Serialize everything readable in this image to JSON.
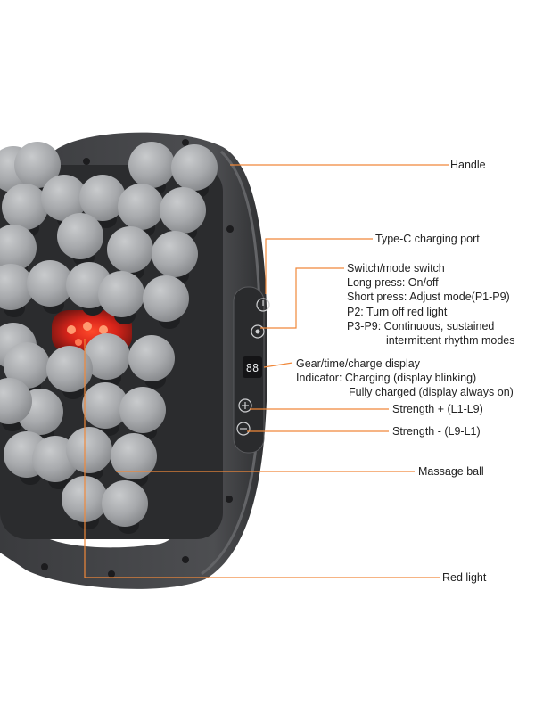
{
  "colors": {
    "leader_line": "#f0883a",
    "device_body": "#4a4b4e",
    "massage_ball": "#a7a9ac",
    "red_light": "#e8261a",
    "background": "#ffffff"
  },
  "icons": [
    "power-icon",
    "mode-icon",
    "plus-icon",
    "minus-icon"
  ],
  "display": {
    "digits": "88"
  },
  "callouts": {
    "handle": "Handle",
    "typec": "Type-C charging port",
    "switch": {
      "title": "Switch/mode switch",
      "line1": "Long press: On/off",
      "line2": "Short press: Adjust mode(P1-P9)",
      "line3": "P2: Turn off red light",
      "line4": "P3-P9: Continuous, sustained",
      "line5": "intermittent rhythm modes"
    },
    "display": {
      "title": "Gear/time/charge display",
      "line1": "Indicator: Charging (display blinking)",
      "line2": "Fully charged (display always on)"
    },
    "strength_plus": "Strength + (L1-L9)",
    "strength_minus": "Strength - (L9-L1)",
    "massage_ball": "Massage ball",
    "red_light": "Red light"
  }
}
